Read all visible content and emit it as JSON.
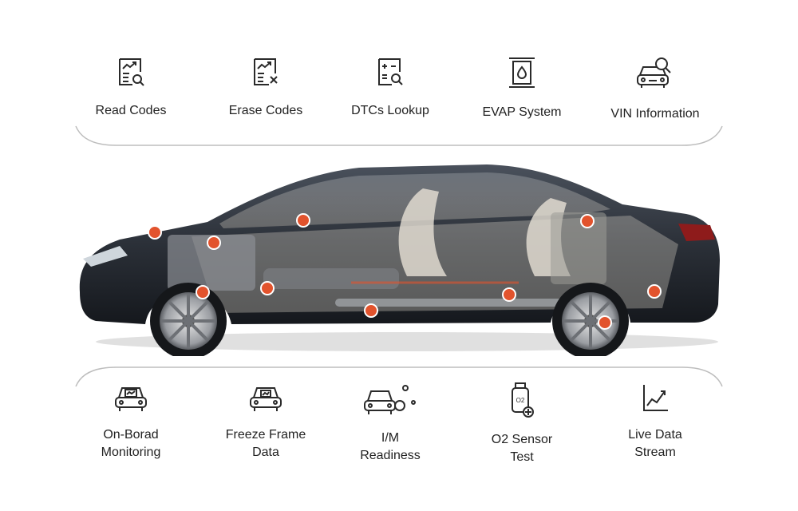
{
  "top_features": [
    {
      "label": "Read Codes",
      "icon": "read-codes-icon"
    },
    {
      "label": "Erase Codes",
      "icon": "erase-codes-icon"
    },
    {
      "label": "DTCs Lookup",
      "icon": "dtc-lookup-icon"
    },
    {
      "label": "EVAP System",
      "icon": "evap-system-icon"
    },
    {
      "label": "VIN Information",
      "icon": "vin-info-icon"
    }
  ],
  "bottom_features": [
    {
      "label": "On-Borad\nMonitoring",
      "icon": "onboard-monitoring-icon"
    },
    {
      "label": "Freeze Frame\nData",
      "icon": "freeze-frame-icon"
    },
    {
      "label": "I/M\nReadiness",
      "icon": "im-readiness-icon"
    },
    {
      "label": "O2 Sensor\nTest",
      "icon": "o2-sensor-icon",
      "icon_text": "O2"
    },
    {
      "label": "Live Data\nStream",
      "icon": "live-data-icon"
    }
  ],
  "colors": {
    "sensor_dot": "#e2532d",
    "car_body": "#2b3038",
    "icon_stroke": "#2a2a2a"
  }
}
